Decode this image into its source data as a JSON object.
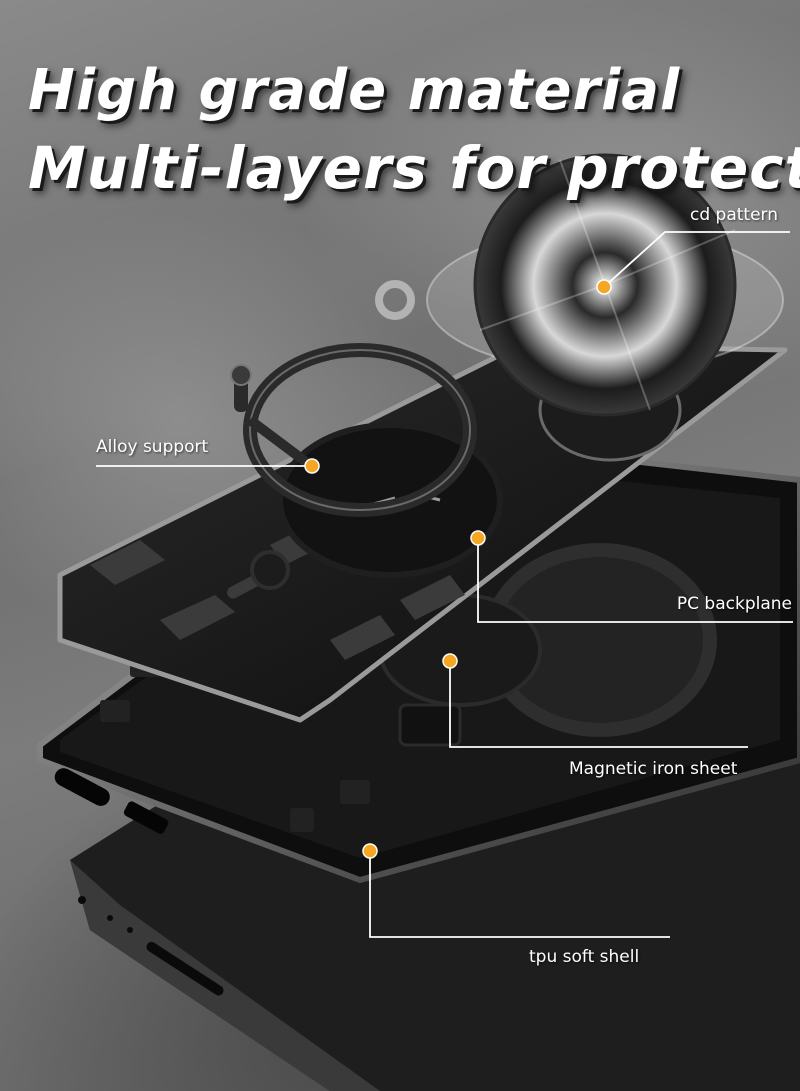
{
  "headline": {
    "line1": "High grade material",
    "line2": "Multi-layers for protection"
  },
  "callouts": [
    {
      "id": "cd",
      "text": "cd pattern"
    },
    {
      "id": "alloy",
      "text": "Alloy support"
    },
    {
      "id": "pc",
      "text": "PC backplane"
    },
    {
      "id": "iron",
      "text": "Magnetic iron sheet"
    },
    {
      "id": "tpu",
      "text": "tpu soft shell"
    }
  ],
  "colors": {
    "marker": "#f5a623",
    "leader": "#ffffff",
    "case_dark": "#141414",
    "case_edge": "#8a8a8a"
  }
}
